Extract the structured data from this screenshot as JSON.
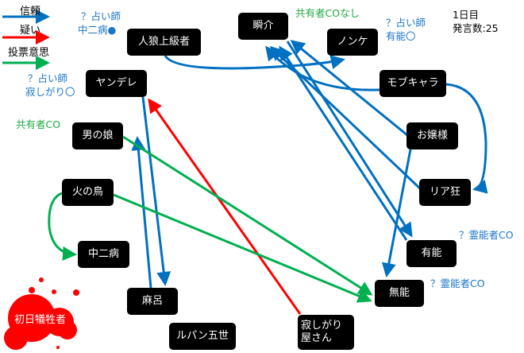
{
  "legend": [
    {
      "label": "信頼",
      "color": "#0070c0"
    },
    {
      "label": "疑い",
      "color": "#ff0000"
    },
    {
      "label": "投票意思",
      "color": "#00b050"
    }
  ],
  "status": {
    "day": "1日目",
    "count": "発言数:25"
  },
  "nodes": {
    "jinro": "人狼上級者",
    "shunsuke": "瞬介",
    "nonke": "ノンケ",
    "yandere": "ヤンデレ",
    "mob": "モブキャラ",
    "otokonoko": "男の娘",
    "ojou": "お嬢様",
    "hinotori": "火の鳥",
    "riakyo": "リア狂",
    "chuni": "中二病",
    "yuunou": "有能",
    "munou": "無能",
    "maro": "麻呂",
    "victim": "初日犠牲者",
    "lupin": "ルパン五世",
    "sabishi1": "寂しがり",
    "sabishi2": "屋さん"
  },
  "notes": {
    "uranai1a": "？占い師",
    "uranai1b": "中二病●",
    "uranai2a": "？占い師",
    "uranai2b": "寂しがり〇",
    "kyoyu": "共有者CO",
    "kyoyunashi": "共有者COなし",
    "uranai3a": "？占い師",
    "uranai3b": "有能〇",
    "reino1": "？霊能者CO",
    "reino2": "？霊能者CO"
  }
}
